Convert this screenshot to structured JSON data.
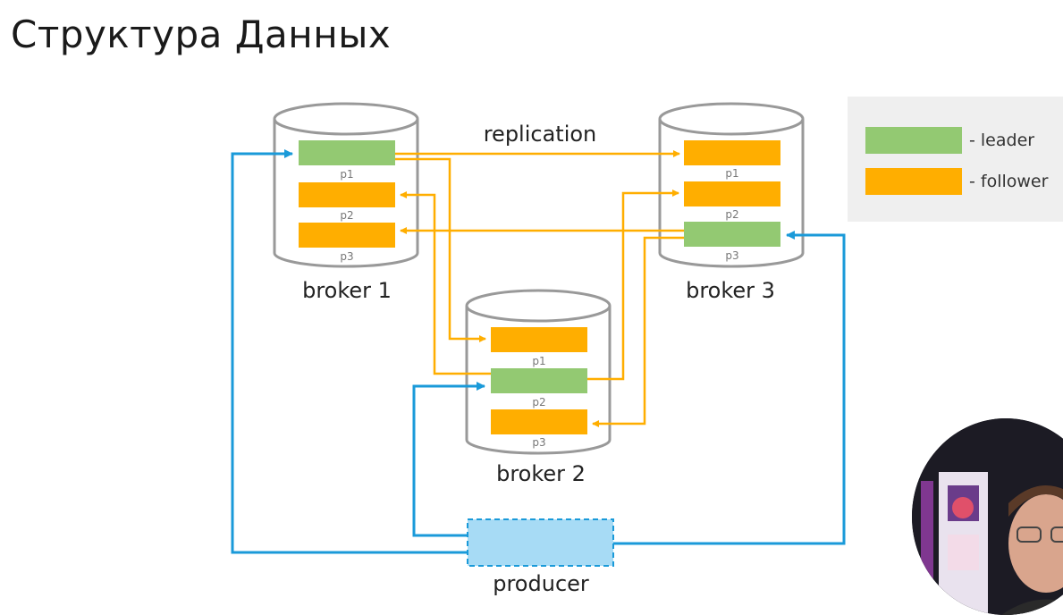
{
  "slide": {
    "title": "Структура Данных"
  },
  "colors": {
    "leader": "#93c972",
    "follower": "#ffae00",
    "producer": "#a7dbf5",
    "producer_arrow": "#1a9ad9"
  },
  "replication_label": "replication",
  "brokers": [
    {
      "label": "broker 1",
      "partitions": [
        {
          "name": "p1",
          "role": "leader"
        },
        {
          "name": "p2",
          "role": "follower"
        },
        {
          "name": "p3",
          "role": "follower"
        }
      ]
    },
    {
      "label": "broker 2",
      "partitions": [
        {
          "name": "p1",
          "role": "follower"
        },
        {
          "name": "p2",
          "role": "leader"
        },
        {
          "name": "p3",
          "role": "follower"
        }
      ]
    },
    {
      "label": "broker 3",
      "partitions": [
        {
          "name": "p1",
          "role": "follower"
        },
        {
          "name": "p2",
          "role": "follower"
        },
        {
          "name": "p3",
          "role": "leader"
        }
      ]
    }
  ],
  "producer": {
    "label": "producer"
  },
  "legend": {
    "leader": "- leader",
    "follower": "- follower"
  }
}
